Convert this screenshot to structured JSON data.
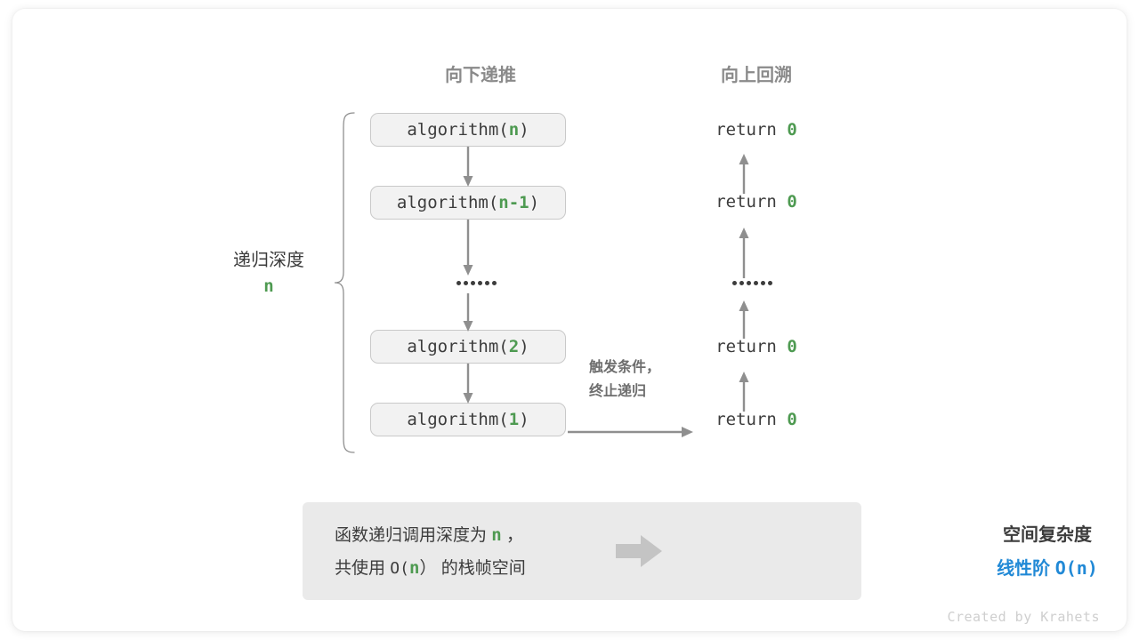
{
  "columns": {
    "down_label": "向下递推",
    "up_label": "向上回溯"
  },
  "depth": {
    "label": "递归深度",
    "value": "n"
  },
  "call_stack": [
    {
      "prefix": "algorithm(",
      "arg": "n",
      "suffix": ")"
    },
    {
      "prefix": "algorithm(",
      "arg": "n-1",
      "suffix": ")"
    },
    {
      "prefix": "algorithm(",
      "arg": "2",
      "suffix": ")"
    },
    {
      "prefix": "algorithm(",
      "arg": "1",
      "suffix": ")"
    }
  ],
  "returns": [
    {
      "keyword": "return",
      "value": "0"
    },
    {
      "keyword": "return",
      "value": "0"
    },
    {
      "keyword": "return",
      "value": "0"
    },
    {
      "keyword": "return",
      "value": "0"
    }
  ],
  "ellipsis": "••••••",
  "trigger_note": {
    "line1": "触发条件，",
    "line2": "终止递归"
  },
  "summary": {
    "left_line1_a": "函数递归调用深度为",
    "left_line1_var": "n",
    "left_line1_b": "，",
    "left_line2_a": "共使用",
    "left_line2_big_o_open": "O(",
    "left_line2_var": "n",
    "left_line2_big_o_close": "）",
    "left_line2_b": "的栈帧空间",
    "right_title": "空间复杂度",
    "right_order": "线性阶",
    "right_notation": "O(n)"
  },
  "watermark": "Created by Krahets",
  "colors": {
    "green": "#4e9a51",
    "blue": "#2189d6",
    "gray_text": "#3c3c3c",
    "header_gray": "#8a8a8a",
    "arrow_gray": "#8f8f8f",
    "box_fill": "#f2f2f2",
    "box_border": "#c9c9c9",
    "panel_fill": "#eaeaea",
    "block_arrow": "#c4c4c4"
  }
}
